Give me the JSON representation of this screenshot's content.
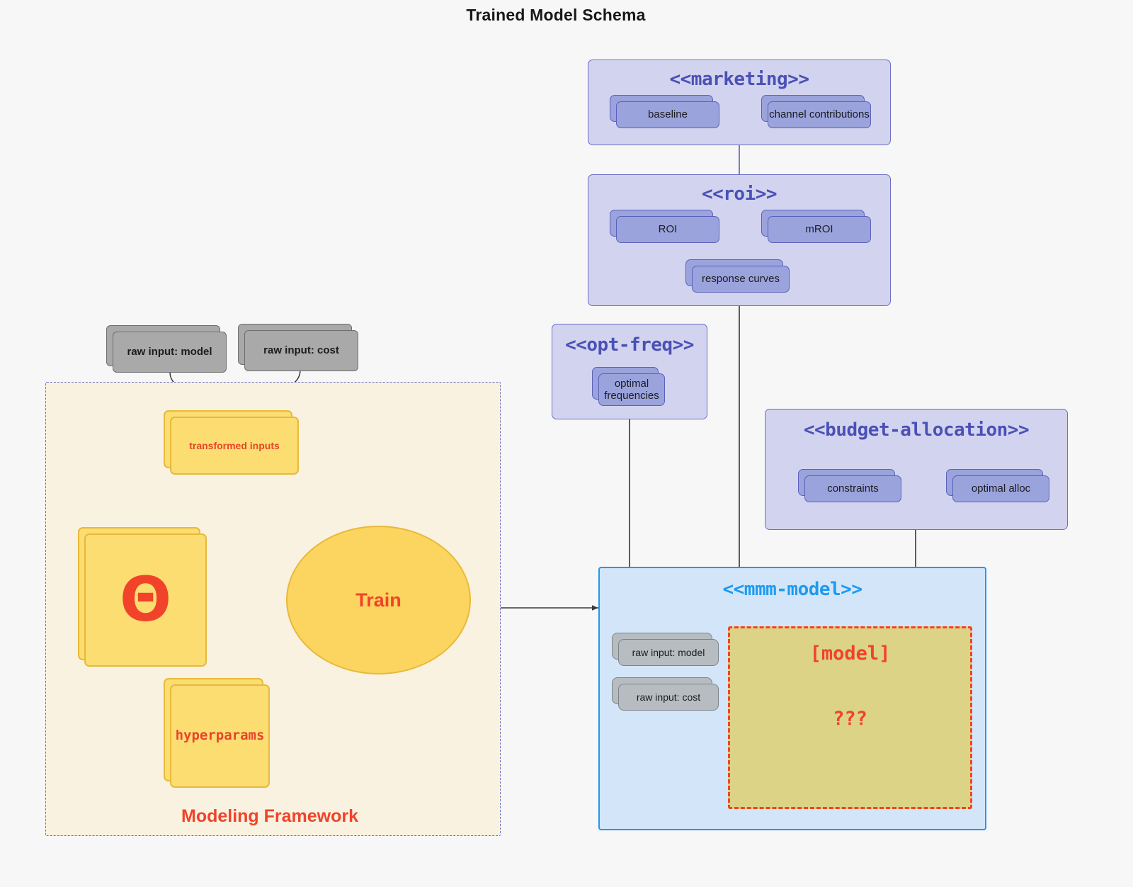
{
  "title": "Trained Model Schema",
  "packages": {
    "marketing": {
      "label": "<<marketing>>",
      "nodes": [
        {
          "label": "baseline"
        },
        {
          "label": "channel contributions"
        }
      ]
    },
    "roi": {
      "label": "<<roi>>",
      "nodes": [
        {
          "label": "ROI"
        },
        {
          "label": "mROI"
        },
        {
          "label": "response curves"
        }
      ]
    },
    "opt_freq": {
      "label": "<<opt-freq>>",
      "nodes": [
        {
          "label": "optimal frequencies"
        }
      ]
    },
    "budget_allocation": {
      "label": "<<budget-allocation>>",
      "nodes": [
        {
          "label": "constraints"
        },
        {
          "label": "optimal alloc"
        }
      ]
    },
    "mmm_model": {
      "label": "<<mmm-model>>",
      "inputs": [
        {
          "label": "raw input: model"
        },
        {
          "label": "raw input: cost"
        }
      ],
      "placeholder": {
        "title": "[model]",
        "unknown": "???"
      }
    }
  },
  "raw_inputs": [
    {
      "label": "raw input: model"
    },
    {
      "label": "raw input: cost"
    }
  ],
  "framework": {
    "label": "Modeling Framework",
    "transformed_inputs": "transformed inputs",
    "theta": "Θ",
    "hyperparams": "hyperparams",
    "train": "Train"
  },
  "colors": {
    "background": "#f7f7f7",
    "package_fill": "#d2d3ef",
    "package_border": "#6b6fc4",
    "package_title": "#4a50b5",
    "node_purple_fill": "#9ba3dc",
    "node_purple_border": "#5b61bb",
    "node_gray_fill": "#a9a9a9",
    "node_gray_border": "#6e6e6e",
    "node_yellow_fill": "#fbdd72",
    "node_yellow_border": "#e8b93a",
    "accent_red": "#f1432a",
    "mmm_fill": "#d3e6f9",
    "mmm_border": "#1e9af0",
    "framework_fill": "#faf2e0",
    "placeholder_fill": "#dcd387"
  }
}
